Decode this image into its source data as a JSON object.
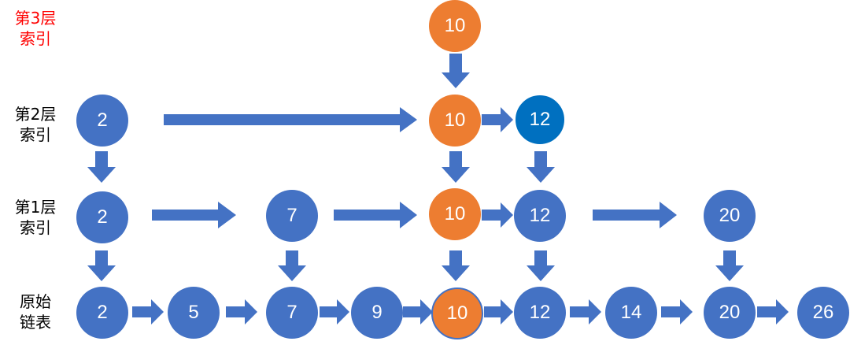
{
  "colors": {
    "blue": "#4472c4",
    "orange": "#ed7d31",
    "highlight_blue": "#0070c0",
    "level3_label": "#ff0000"
  },
  "levels": [
    {
      "label_line1": "第3层",
      "label_line2": "索引",
      "nodes": [
        {
          "value": "10",
          "color": "orange"
        }
      ]
    },
    {
      "label_line1": "第2层",
      "label_line2": "索引",
      "nodes": [
        {
          "value": "2",
          "color": "blue"
        },
        {
          "value": "10",
          "color": "orange"
        },
        {
          "value": "12",
          "color": "highlight_blue"
        }
      ]
    },
    {
      "label_line1": "第1层",
      "label_line2": "索引",
      "nodes": [
        {
          "value": "2",
          "color": "blue"
        },
        {
          "value": "7",
          "color": "blue"
        },
        {
          "value": "10",
          "color": "orange"
        },
        {
          "value": "12",
          "color": "blue"
        },
        {
          "value": "20",
          "color": "blue"
        }
      ]
    },
    {
      "label_line1": "原始",
      "label_line2": "链表",
      "nodes": [
        {
          "value": "2",
          "color": "blue"
        },
        {
          "value": "5",
          "color": "blue"
        },
        {
          "value": "7",
          "color": "blue"
        },
        {
          "value": "9",
          "color": "blue"
        },
        {
          "value": "10",
          "color": "orange"
        },
        {
          "value": "12",
          "color": "blue"
        },
        {
          "value": "14",
          "color": "blue"
        },
        {
          "value": "20",
          "color": "blue"
        },
        {
          "value": "26",
          "color": "blue"
        }
      ]
    }
  ]
}
